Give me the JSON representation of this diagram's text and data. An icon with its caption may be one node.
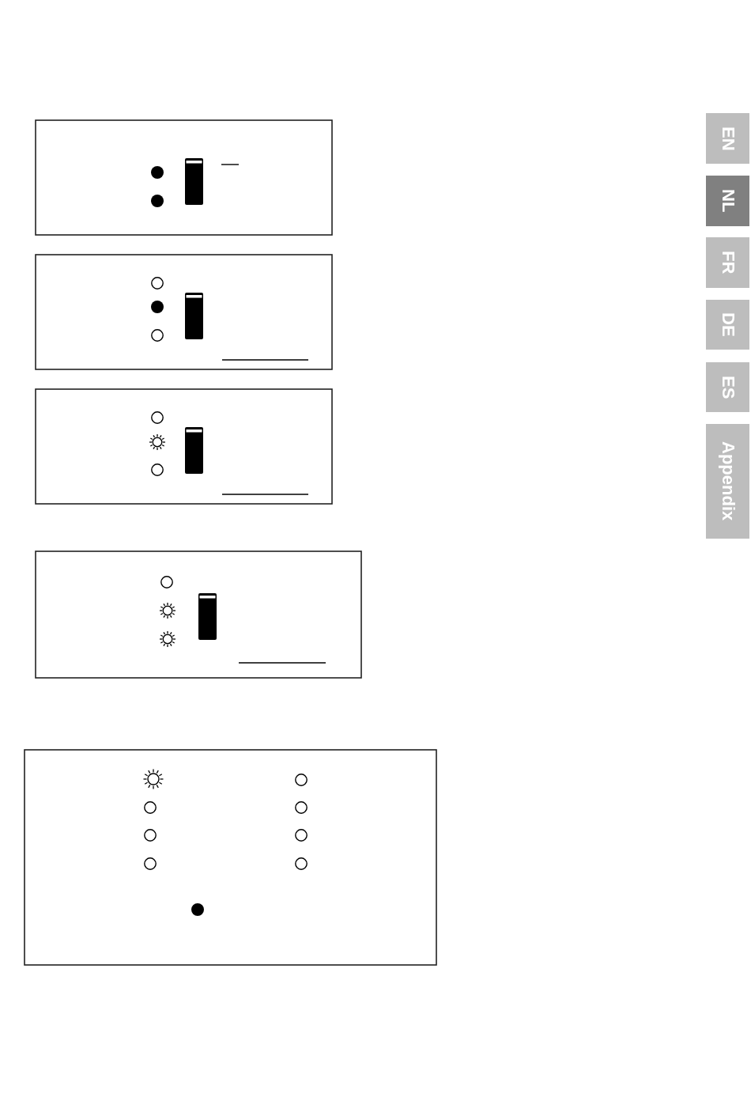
{
  "diagram": {
    "nodes": [
      {
        "text": [
          "EN"
        ]
      },
      {
        "text": [
          "NL"
        ]
      },
      {
        "text": [
          "FR"
        ]
      },
      {
        "text": [
          "DE"
        ]
      },
      {
        "text": [
          "ES"
        ]
      },
      {
        "text": [
          "Appendix"
        ]
      }
    ]
  }
}
